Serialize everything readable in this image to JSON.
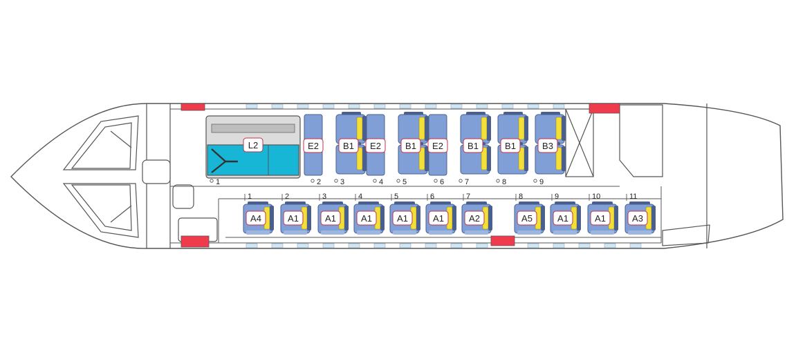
{
  "colors": {
    "outline": "#555555",
    "seat_blue": "#7f9fd6",
    "seat_blue_dark": "#4a5f8c",
    "seat_yellow": "#f3df3a",
    "medical_cyan": "#17b6d6",
    "panel_gray": "#dcdcdc",
    "door_red": "#ef3b4b",
    "window_blue": "#cfe6f5",
    "label_border": "#c4304a"
  },
  "upper_row": {
    "stretcher": {
      "label": "L2"
    },
    "markers": [
      "1",
      "2",
      "3",
      "4",
      "5",
      "6",
      "7",
      "8",
      "9"
    ],
    "modules": [
      {
        "kind": "bench",
        "label": "E2"
      },
      {
        "kind": "double",
        "label": "B1"
      },
      {
        "kind": "bench",
        "label": "E2"
      },
      {
        "kind": "double",
        "label": "B1"
      },
      {
        "kind": "bench",
        "label": "E2"
      },
      {
        "kind": "double",
        "label": "B1"
      },
      {
        "kind": "double",
        "label": "B1"
      },
      {
        "kind": "double",
        "label": "B3"
      }
    ]
  },
  "lower_row": {
    "seats": [
      {
        "label": "A4",
        "marker": "1"
      },
      {
        "label": "A1",
        "marker": "2"
      },
      {
        "label": "A1",
        "marker": "3"
      },
      {
        "label": "A1",
        "marker": "4"
      },
      {
        "label": "A1",
        "marker": "5"
      },
      {
        "label": "A1",
        "marker": "6"
      },
      {
        "label": "A2",
        "marker": "7"
      },
      {
        "label": "A5",
        "marker": "8"
      },
      {
        "label": "A1",
        "marker": "9"
      },
      {
        "label": "A1",
        "marker": "10"
      },
      {
        "label": "A3",
        "marker": "11"
      }
    ]
  }
}
